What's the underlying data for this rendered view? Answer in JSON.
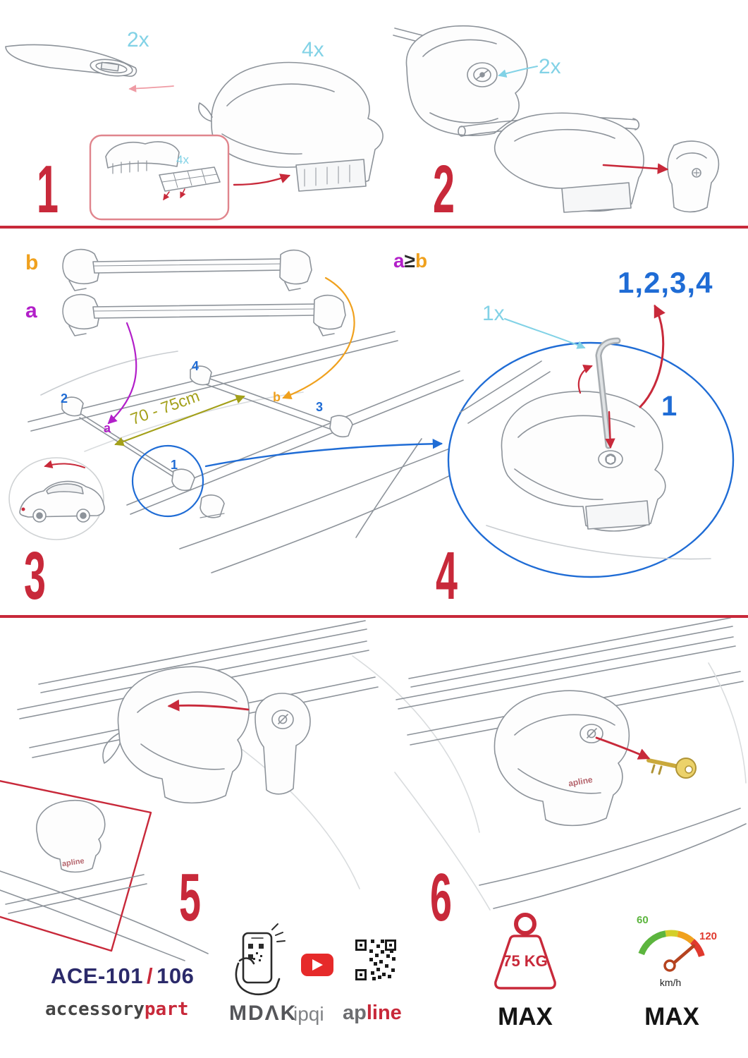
{
  "colors": {
    "red": "#c8293a",
    "cyan": "#82d2e6",
    "blue": "#1f6cd5",
    "purple": "#b21fc9",
    "orange": "#f0a11e",
    "olive": "#a3a019",
    "navy": "#2b2a6a",
    "gray": "#58595b",
    "line_art": "#8d939a"
  },
  "steps": {
    "one": {
      "num": "1",
      "bar_qty": "2x",
      "foot_qty": "4x",
      "pad_qty": "4x"
    },
    "two": {
      "num": "2",
      "lock_qty": "2x"
    },
    "three": {
      "num": "3",
      "bar_a": "a",
      "bar_b": "b",
      "rule_a": "a",
      "rule_op": "≥",
      "rule_b": "b",
      "distance": "70 - 75cm",
      "pos1": "1",
      "pos2": "2",
      "pos3": "3",
      "pos4": "4",
      "posa": "a",
      "posb": "b"
    },
    "four": {
      "num": "4",
      "tool_qty": "1x",
      "sequence": "1,2,3,4",
      "first": "1"
    },
    "five": {
      "num": "5"
    },
    "six": {
      "num": "6"
    }
  },
  "drawing": {
    "foot_brand": "apline"
  },
  "footer": {
    "model_left": "ACE-101",
    "model_slash": "/",
    "model_right": "106",
    "brand_part1": "accessory",
    "brand_part2": "part",
    "logo_mdak": "MDΛK",
    "logo_ipqi": "ipqi",
    "logo_apline_part1": "ap",
    "logo_apline_part2": "line",
    "weight_value": "75 KG",
    "weight_max": "MAX",
    "speed_low": "60",
    "speed_high": "120",
    "speed_unit": "km/h",
    "speed_max": "MAX"
  }
}
